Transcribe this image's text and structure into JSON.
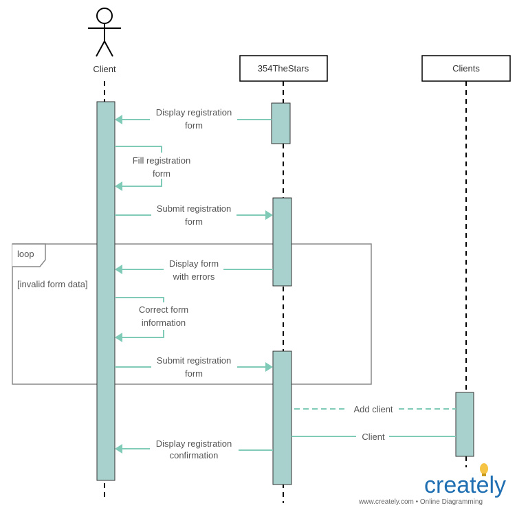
{
  "participants": {
    "client_actor": "Client",
    "system": "354TheStars",
    "clients_db": "Clients"
  },
  "fragment": {
    "operator": "loop",
    "guard": "[invalid form data]"
  },
  "messages": {
    "m1": [
      "Display registration",
      "form"
    ],
    "m2": [
      "Fill registration",
      "form"
    ],
    "m3": [
      "Submit registration",
      "form"
    ],
    "m4": [
      "Display form",
      "with errors"
    ],
    "m5": [
      "Correct form",
      "information"
    ],
    "m6": [
      "Submit registration",
      "form"
    ],
    "m7": [
      "Add client"
    ],
    "m8": [
      "Client"
    ],
    "m9": [
      "Display registration",
      "confirmation"
    ]
  },
  "watermark": {
    "brand": "creately",
    "footer": "www.creately.com • Online Diagramming"
  },
  "colors": {
    "activation": "#a8d1cd",
    "message": "#7fcbb8",
    "brand": "#1f6fb2"
  }
}
